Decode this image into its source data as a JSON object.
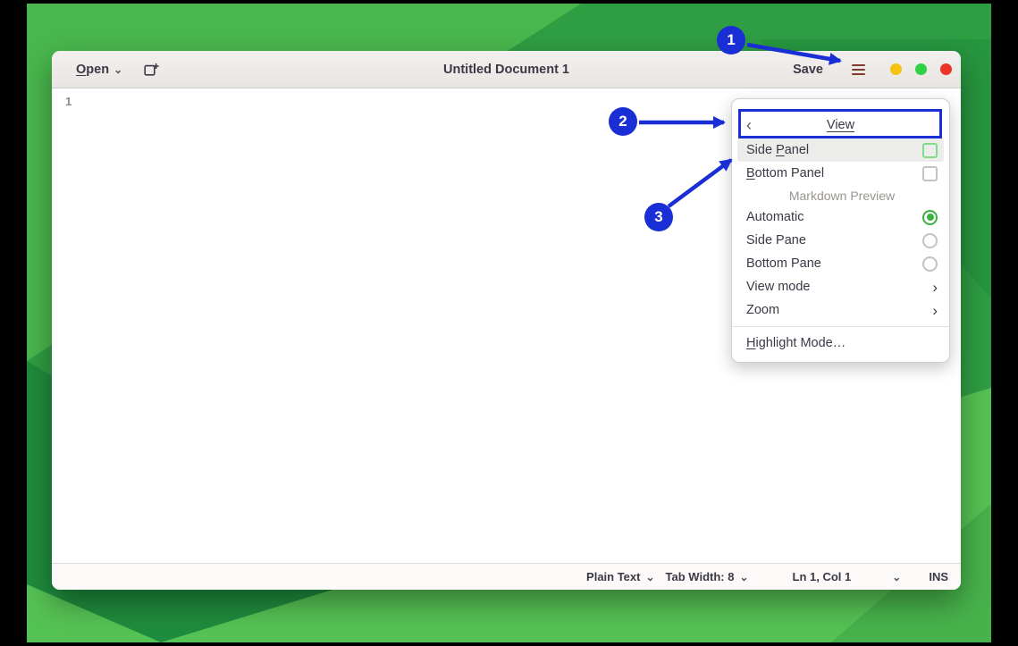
{
  "colors": {
    "annotation_blue": "#1a2ed6",
    "traffic_yellow": "#f5c211",
    "traffic_green": "#2fd146",
    "traffic_red": "#ed3328",
    "radio_selected_green": "#3db13f",
    "checkbox_hover_green": "#7fdc8a",
    "wallpaper_green": "#2f9e43"
  },
  "header": {
    "open": {
      "mn": "O",
      "rest": "pen"
    },
    "title": "Untitled Document 1",
    "save": "Save"
  },
  "editor": {
    "line_number": "1"
  },
  "statusbar": {
    "language": "Plain Text",
    "tab_width": "Tab Width: 8",
    "cursor": "Ln 1, Col 1",
    "ins": "INS"
  },
  "menu": {
    "header": "View",
    "items": [
      {
        "pre": "Side ",
        "mn": "P",
        "post": "anel",
        "type": "check",
        "checked": false,
        "highlighted": true
      },
      {
        "pre": "",
        "mn": "B",
        "post": "ottom Panel",
        "type": "check",
        "checked": false
      },
      {
        "label": "Markdown Preview",
        "type": "section"
      },
      {
        "label": "Automatic",
        "type": "radio",
        "selected": true
      },
      {
        "label": "Side Pane",
        "type": "radio",
        "selected": false
      },
      {
        "label": "Bottom Pane",
        "type": "radio",
        "selected": false
      },
      {
        "label": "View mode",
        "type": "submenu"
      },
      {
        "label": "Zoom",
        "type": "submenu"
      },
      {
        "pre": "",
        "mn": "H",
        "post": "ighlight Mode…",
        "type": "action"
      }
    ]
  },
  "annotations": {
    "c1": "1",
    "c2": "2",
    "c3": "3"
  },
  "icons": {
    "chevron_down": "⌄",
    "submenu": "›",
    "back": "‹"
  }
}
